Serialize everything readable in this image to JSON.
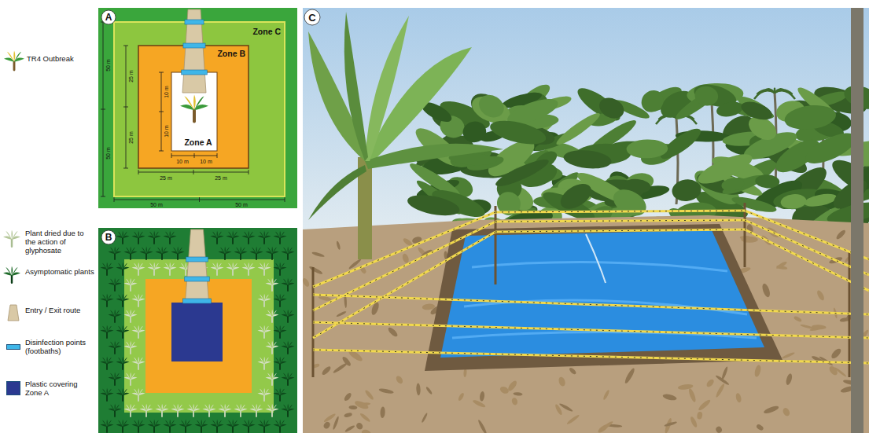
{
  "diagram": {
    "nodes": [
      {
        "text": [
          "Zone C"
        ]
      },
      {
        "text": [
          "Zone B"
        ],
        "in": 0
      },
      {
        "text": [
          "Zone A"
        ],
        "in": 1
      }
    ],
    "labels": [
      "A",
      "50 m",
      "50 m",
      "25 m",
      "25 m",
      "10 m",
      "10 m",
      "10 m",
      "10 m",
      "25 m",
      "25 m",
      "50 m",
      "50 m",
      "B",
      "C"
    ],
    "legend": [
      {
        "text": "TR4 Outbreak"
      },
      {
        "text": "Plant dried due to the action of glyphosate"
      },
      {
        "text": "Asymptomatic plants"
      },
      {
        "text": "Entry / Exit route"
      },
      {
        "text": "Disinfection points (footbaths)",
        "color": "#3fb6e8"
      },
      {
        "text": "Plastic covering Zone A",
        "color": "#2b3990"
      }
    ]
  }
}
